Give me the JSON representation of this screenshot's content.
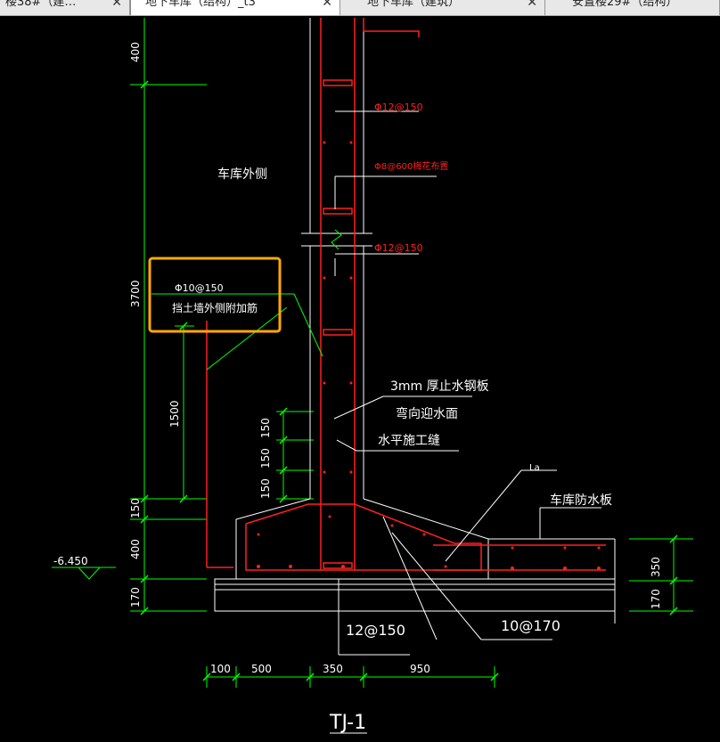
{
  "tabs": [
    {
      "label": "楼38#（建…",
      "close": "✕",
      "active": false
    },
    {
      "label": "地下车库（结构）_t3",
      "close": "✕",
      "active": true
    },
    {
      "label": "地下车库（建筑）",
      "close": "✕",
      "active": false
    },
    {
      "label": "安置楼29#（结构）",
      "close": "",
      "active": false
    }
  ],
  "drawing": {
    "garage_outside": "车库外侧",
    "rebar_wall_1": "Φ12@150",
    "rebar_stirrup": "Φ8@600梅花布置",
    "rebar_wall_2": "Φ12@150",
    "callout_rebar": "Φ10@150",
    "callout_note": "挡土墙外侧附加筋",
    "steel_plate": "3mm 厚止水钢板",
    "bend_note": "弯向迎水面",
    "joint_note": "水平施工缝",
    "la": "La",
    "slab_note": "车库防水板",
    "elevation": "-6.450",
    "bottom_rebar_1": "12@150",
    "bottom_rebar_2": "10@170",
    "title": "TJ-1",
    "dims_left": [
      "400",
      "3700",
      "1500",
      "150",
      "400",
      "170"
    ],
    "dims_joint": [
      "150",
      "150",
      "150"
    ],
    "dims_right": [
      "350",
      "170"
    ],
    "dims_bottom": [
      "100",
      "500",
      "350",
      "950"
    ]
  },
  "colors": {
    "dim": "#00ff00",
    "wall": "#ffffff",
    "rebar": "#ff2020",
    "highlight": "#ffaa00"
  }
}
